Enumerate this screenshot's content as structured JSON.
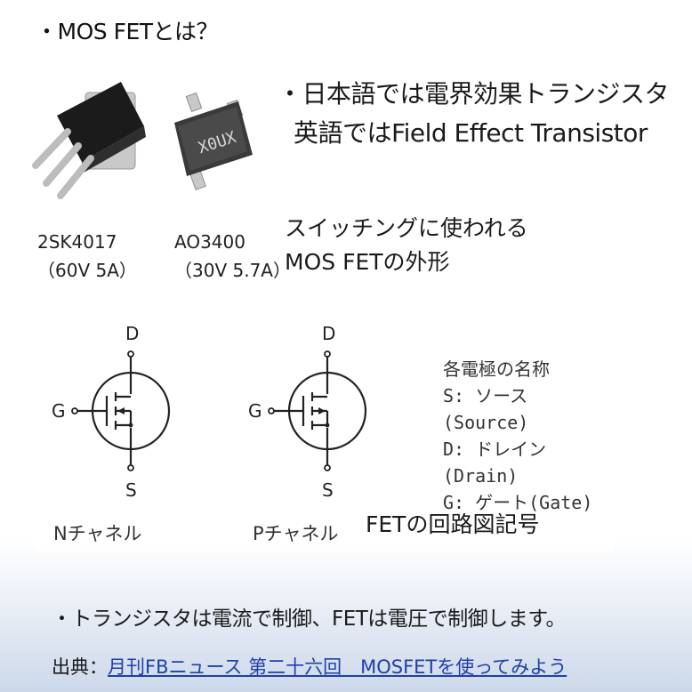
{
  "title": "・MOS FETとは？",
  "definition": {
    "line1": "・日本語では電界効果トランジスタ",
    "line2": "英語ではField Effect Transistor"
  },
  "parts": [
    {
      "name": "2SK4017",
      "rating": "（60V 5A）"
    },
    {
      "name": "AO3400",
      "rating": "（30V 5.7A）",
      "marking": "X0UX"
    }
  ],
  "photo_caption": {
    "line1": "スイッチングに使われる",
    "line2": "MOS FETの外形"
  },
  "symbols": {
    "n_channel": {
      "label": "Nチャネル",
      "d": "D",
      "g": "G",
      "s": "S"
    },
    "p_channel": {
      "label": "Pチャネル",
      "d": "D",
      "g": "G",
      "s": "S"
    }
  },
  "electrodes": {
    "heading": "各電極の名称",
    "items": [
      "S: ソース (Source)",
      "D: ドレイン (Drain)",
      "G: ゲート(Gate)"
    ]
  },
  "symbol_caption": "FETの回路図記号",
  "summary": "・トランジスタは電流で制御、FETは電圧で制御します。",
  "source": {
    "prefix": "出典：",
    "link_text": "月刊FBニュース 第二十六回　MOSFETを使ってみよう"
  },
  "colors": {
    "link": "#1f3fa8",
    "text": "#1a1a1a"
  }
}
